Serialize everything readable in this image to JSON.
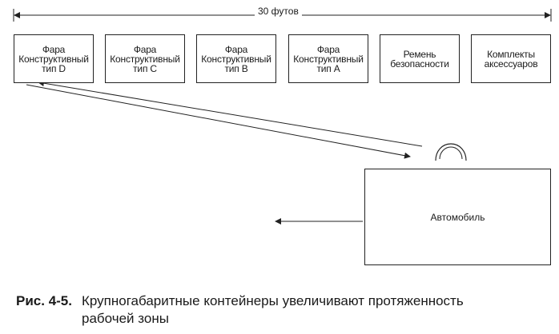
{
  "dimension_label": "30 футов",
  "containers": [
    {
      "label": "Фара\nКонструктивный\nтип D"
    },
    {
      "label": "Фара\nКонструктивный\nтип C"
    },
    {
      "label": "Фара\nКонструктивный\nтип B"
    },
    {
      "label": "Фара\nКонструктивный\nтип A"
    },
    {
      "label": "Ремень\nбезопасности"
    },
    {
      "label": "Комплекты\nаксессуаров"
    }
  ],
  "car_label": "Автомобиль",
  "caption": {
    "number": "Рис. 4-5.",
    "line1": "Крупногабаритные контейнеры увеличивают протяженность",
    "line2": "рабочей зоны"
  },
  "colors": {
    "line": "#222222",
    "background": "#ffffff"
  }
}
